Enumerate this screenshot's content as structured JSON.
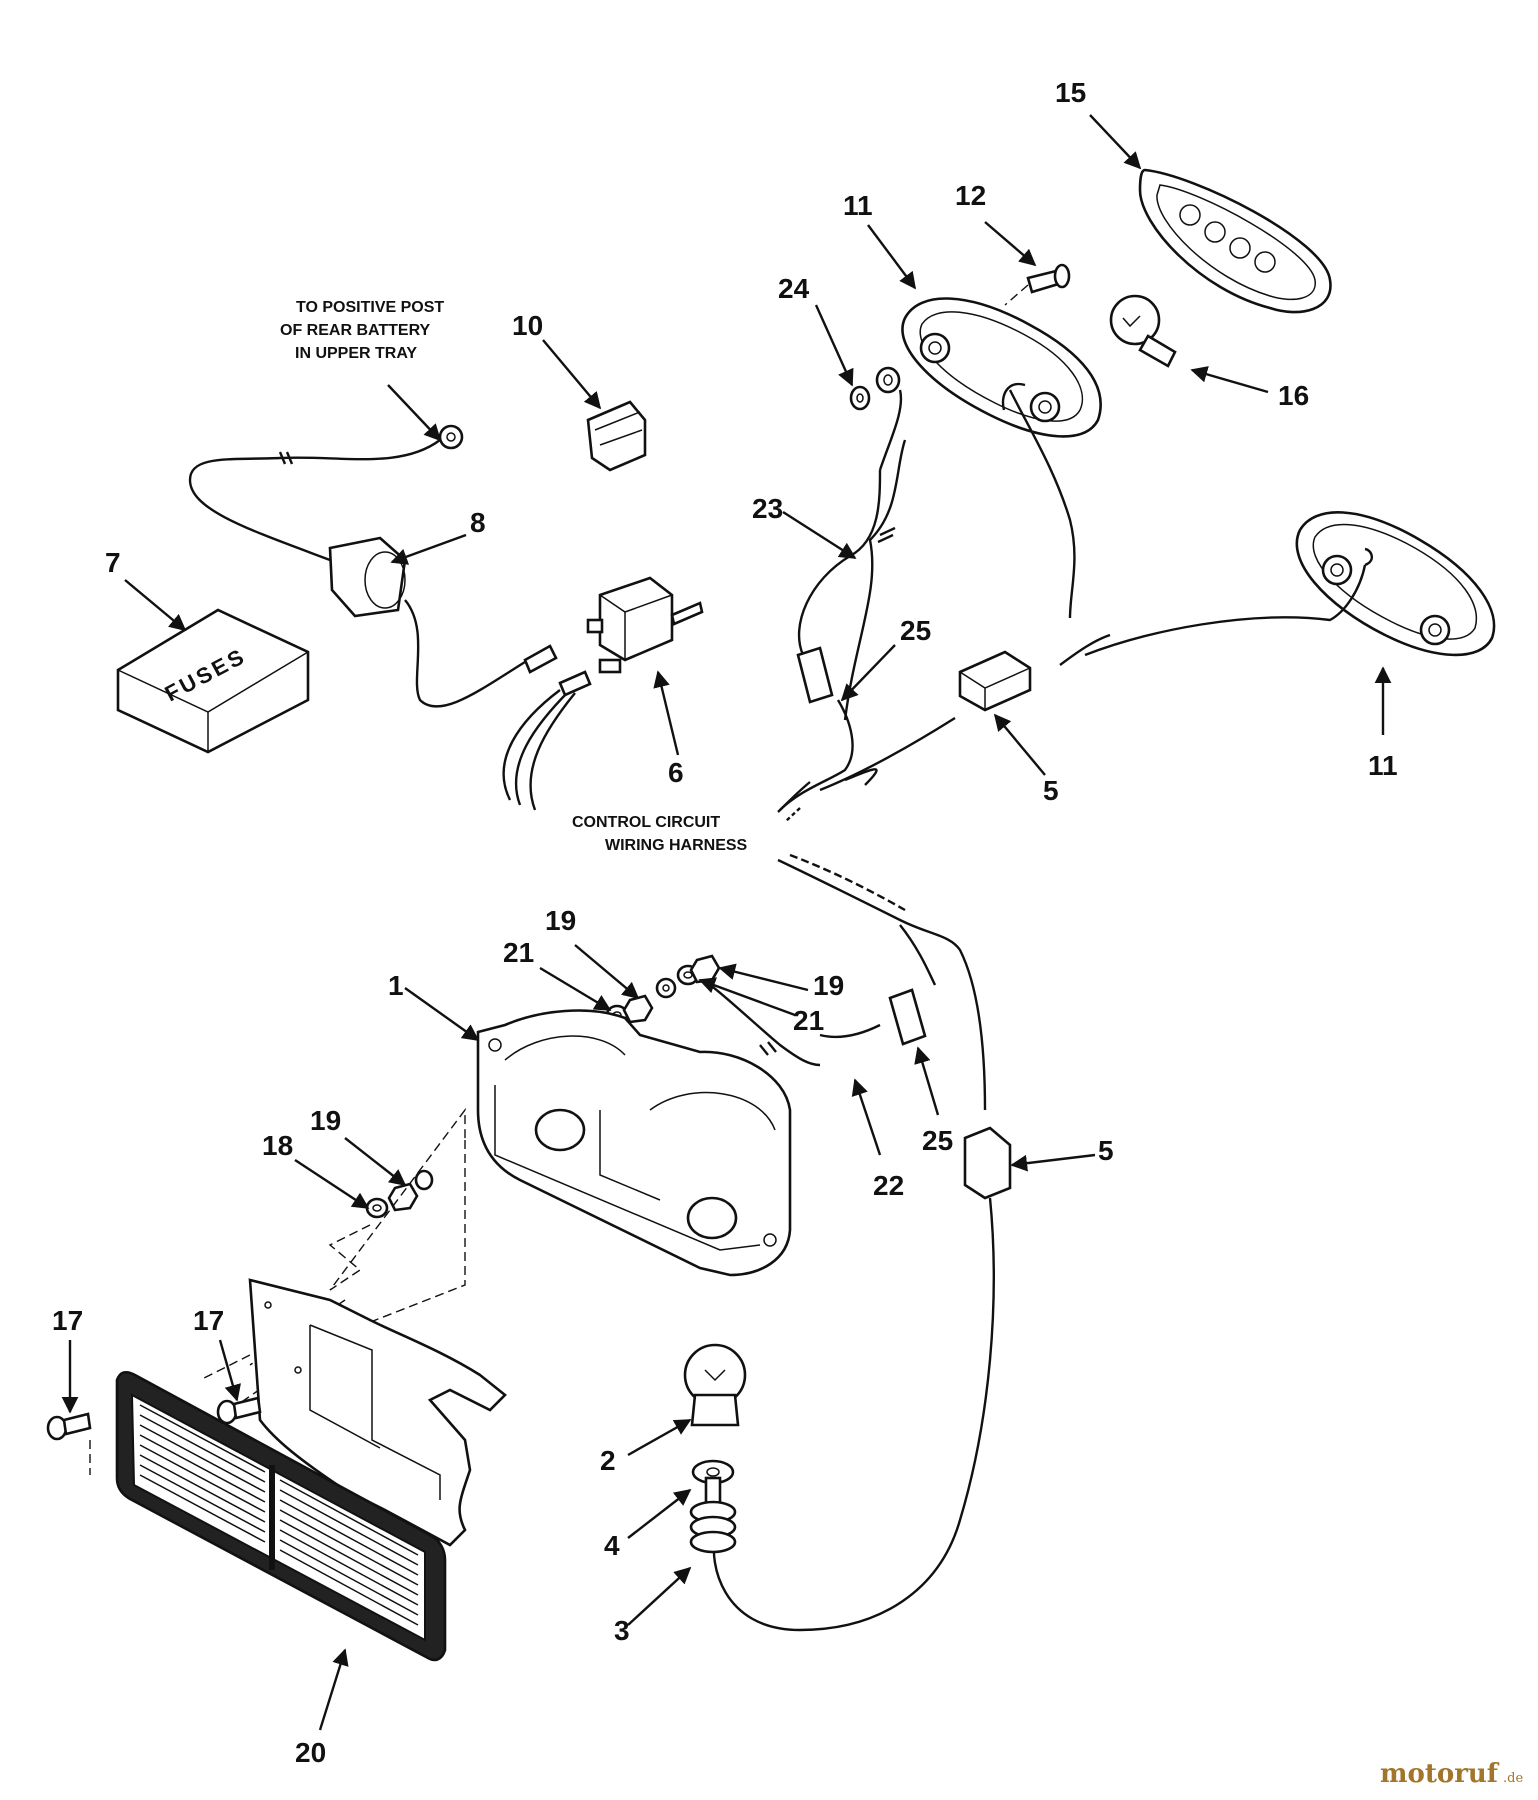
{
  "callouts": {
    "c15": "15",
    "c12": "12",
    "c11a": "11",
    "c24": "24",
    "c16": "16",
    "c10": "10",
    "c23": "23",
    "c8": "8",
    "c7": "7",
    "c25a": "25",
    "c6": "6",
    "c5a": "5",
    "c11b": "11",
    "c19a": "19",
    "c21a": "21",
    "c19b": "19",
    "c21b": "21",
    "c1": "1",
    "c19c": "19",
    "c18": "18",
    "c25b": "25",
    "c5b": "5",
    "c22": "22",
    "c17a": "17",
    "c17b": "17",
    "c2": "2",
    "c4": "4",
    "c3": "3",
    "c20": "20"
  },
  "notes": {
    "battery": [
      "TO POSITIVE POST",
      "OF REAR BATTERY",
      "IN UPPER TRAY"
    ],
    "harness": [
      "CONTROL CIRCUIT",
      "WIRING HARNESS"
    ],
    "fuses_box": "FUSES"
  },
  "watermark": {
    "brand": "motoruf",
    "tld": ".de"
  }
}
